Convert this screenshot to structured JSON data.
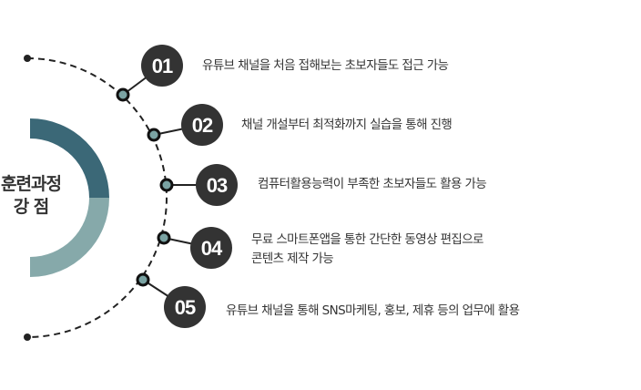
{
  "title": {
    "line1": "훈련과정",
    "line2": "강 점"
  },
  "colors": {
    "ring_top": "#3b6877",
    "ring_bottom": "#86a9aa",
    "badge": "#333333",
    "node": "#7aa3a3"
  },
  "items": [
    {
      "num": "01",
      "text": "유튜브 채널을 처음 접해보는 초보자들도 접근 가능"
    },
    {
      "num": "02",
      "text": "채널 개설부터 최적화까지 실습을 통해 진행"
    },
    {
      "num": "03",
      "text": "컴퓨터활용능력이 부족한 초보자들도 활용 가능"
    },
    {
      "num": "04",
      "text": "무료 스마트폰앱을 통한 간단한 동영상 편집으로",
      "text2": "콘텐츠 제작 가능"
    },
    {
      "num": "05",
      "text": "유튜브 채널을 통해 SNS마케팅, 홍보, 제휴 등의 업무에 활용"
    }
  ]
}
